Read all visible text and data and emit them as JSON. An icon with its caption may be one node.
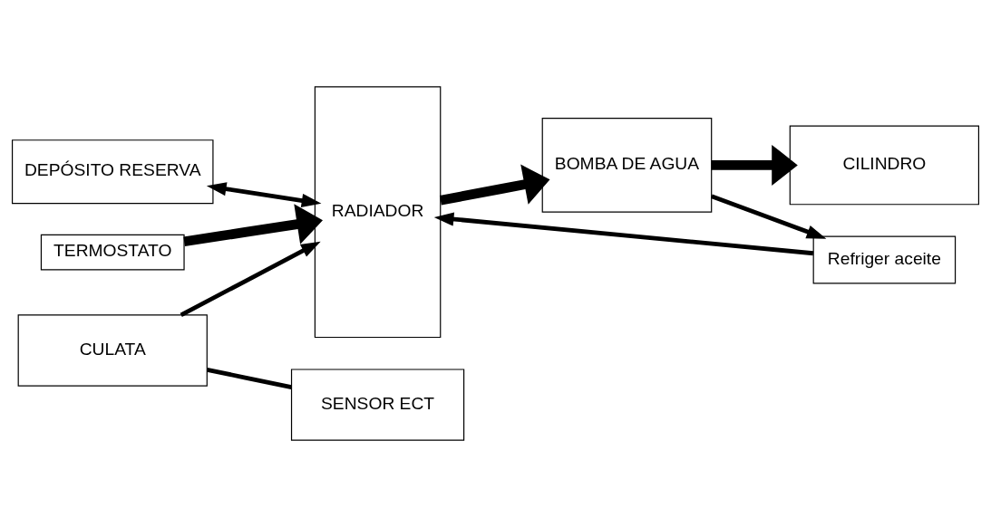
{
  "diagram": {
    "nodes": [
      {
        "text": [
          "DEPÓSITO RESERVA"
        ]
      },
      {
        "text": [
          "TERMOSTATO"
        ]
      },
      {
        "text": [
          "CULATA"
        ]
      },
      {
        "text": [
          "SENSOR ECT"
        ]
      },
      {
        "text": [
          "CILINDRO"
        ]
      },
      {
        "text": [
          "RADIADOR"
        ]
      },
      {
        "text": [
          "BOMBA DE AGUA"
        ]
      },
      {
        "text": [
          "Refriger aceite"
        ]
      }
    ],
    "edges": [
      {
        "from": 0,
        "to": 5,
        "arrow": "both"
      },
      {
        "from": 1,
        "to": 5,
        "arrow": "to",
        "style": "thick"
      },
      {
        "from": 2,
        "to": 5,
        "arrow": "to"
      },
      {
        "from": 2,
        "to": 3,
        "arrow": "none"
      },
      {
        "from": 6,
        "to": 4,
        "arrow": "to",
        "style": "thick"
      },
      {
        "from": 5,
        "to": 6,
        "arrow": "to",
        "style": "thick"
      },
      {
        "from": 6,
        "to": 7,
        "arrow": "to"
      },
      {
        "from": 7,
        "to": 5,
        "arrow": "to"
      }
    ]
  }
}
